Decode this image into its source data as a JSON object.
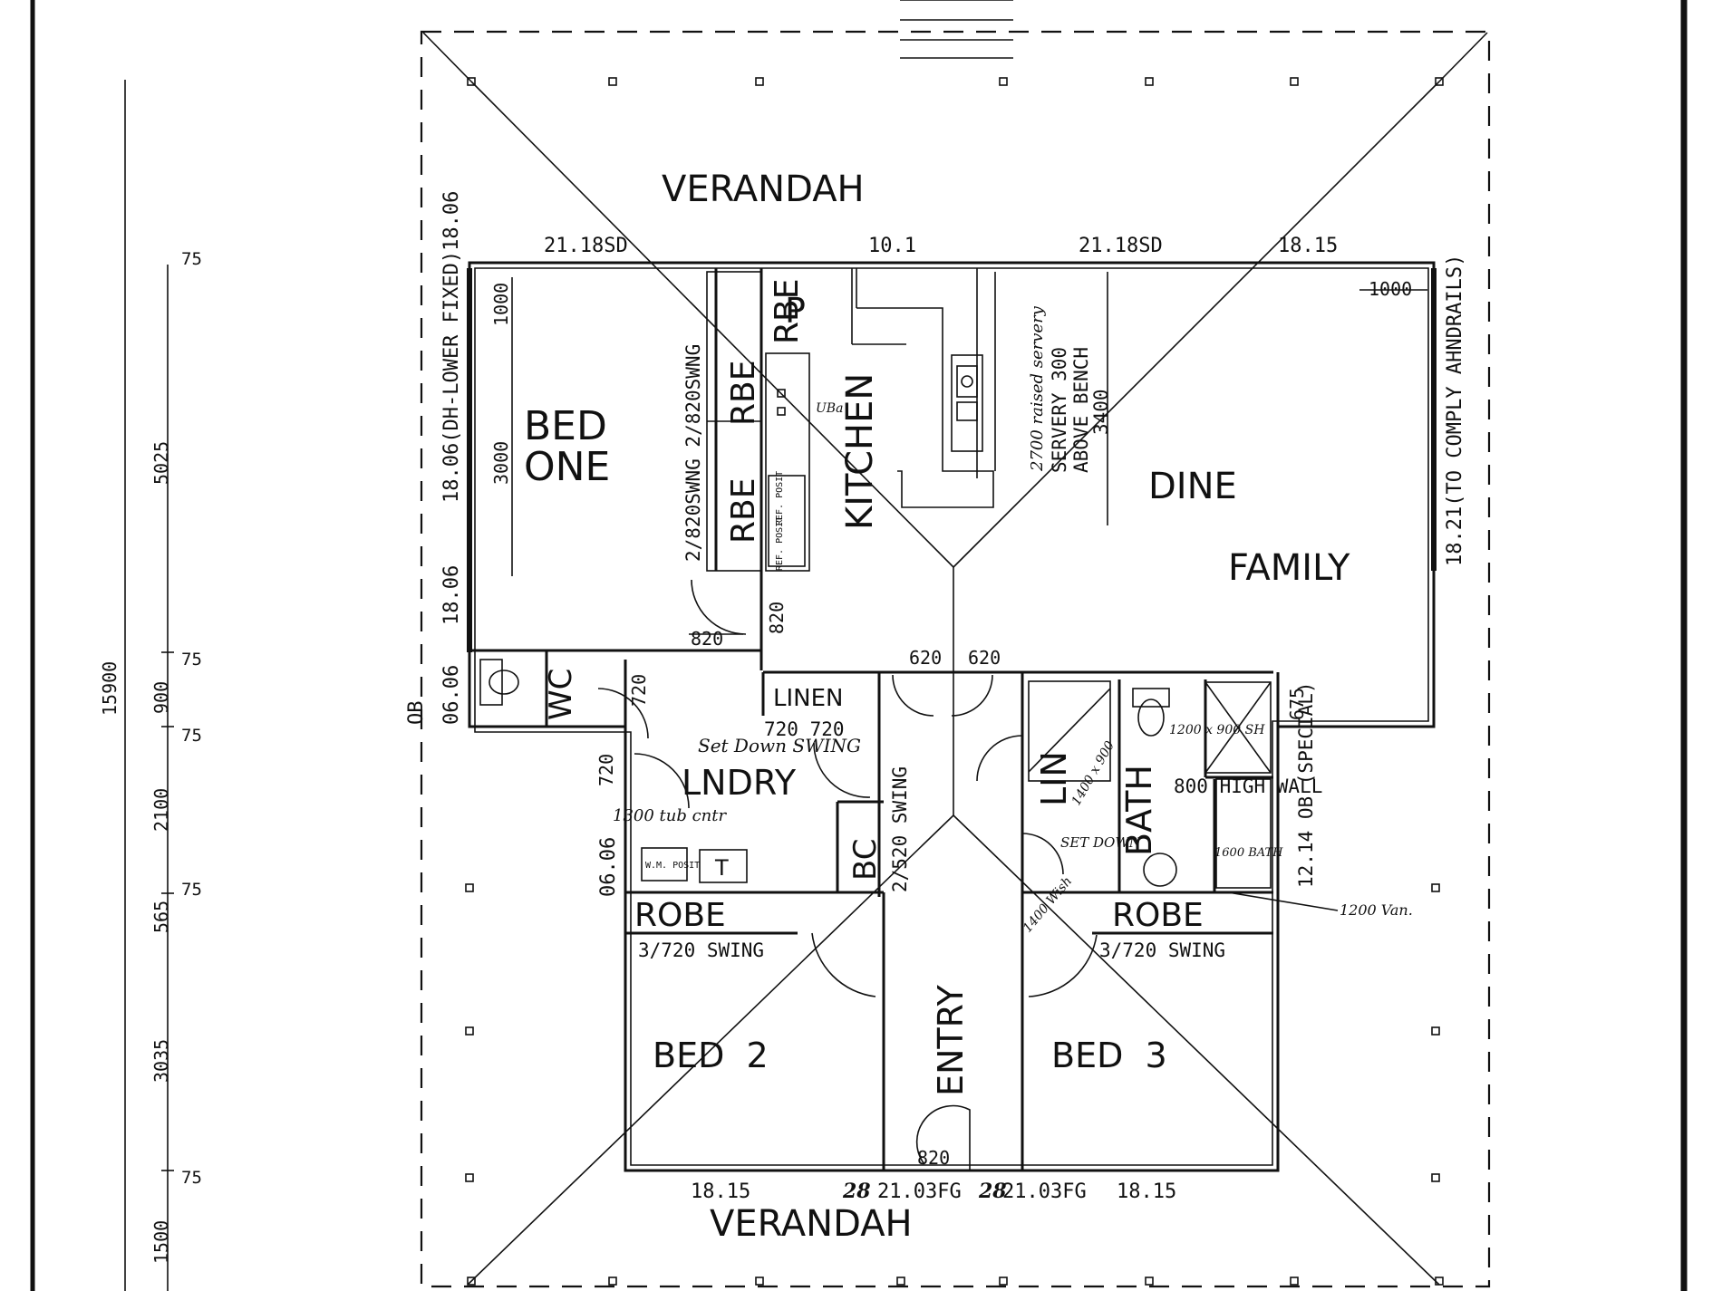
{
  "rooms": {
    "verandah_top": "VERANDAH",
    "verandah_bottom": "VERANDAH",
    "bed_one_l1": "BED",
    "bed_one_l2": "ONE",
    "kitchen": "KITCHEN",
    "pantry": "P",
    "dine": "DINE",
    "family": "FAMILY",
    "wc": "WC",
    "linen": "LINEN",
    "lndry": "LNDRY",
    "bc": "BC",
    "lin": "LIN",
    "bath": "BATH",
    "robe_left": "ROBE",
    "robe_right": "ROBE",
    "bed2": "BED  2",
    "bed3": "BED  3",
    "entry": "ENTRY",
    "rbe_1": "RBE",
    "rbe_2": "RBE",
    "rbe_3": "RBE"
  },
  "labels": {
    "top_w1": "21.18SD",
    "top_w2": "10.1",
    "top_w3": "21.18SD",
    "top_w4": "18.15",
    "dim_1000_right": "1000",
    "right_window": "18.21(TO COMPLY AHNDRAILS)",
    "left_window": "18.06(DH-LOWER FIXED)18.06",
    "left_1806": "18.06",
    "left_0606": "06.06",
    "left_ob": "OB",
    "dim_1000_left": "1000",
    "dim_3000": "3000",
    "swing_820_1": "2/820SWNG 2/820SWNG",
    "swing_820_2": "2/820SWNG",
    "ref_posit_1": "REF. POSIT",
    "ref_posit_2": "REF. POSIT",
    "uba": "UBa",
    "servery_l1": "2700 raised servery",
    "servery_l2": "SERVERY 300",
    "servery_l3": "ABOVE BENCH",
    "servery_l4": "3400",
    "d820_a": "820",
    "d820_b": "820",
    "d820_c": "620",
    "d820_d": "620",
    "d720_wc": "720",
    "d720_lnd": "720",
    "d720_linen": "720 720",
    "set_down_swing": "Set Down SWING",
    "tub_cntr": "1300 tub cntr",
    "wm_posit": "W.M. POSIT",
    "tub_t": "T",
    "left_0606_b": "06.06",
    "swing_520": "2/520 SWING",
    "dim_675": "675",
    "shower": "1200 x 900 SH",
    "high_wall": "800 HIGH WALL",
    "bath_1600": "1600 BATH",
    "window_ob_special": "12.14 OB (SPECIAL)",
    "vanity": "1200 Van.",
    "set_down": "SET DOWN",
    "lin_note": "1400 x 900",
    "wish": "1400 Wish",
    "robe_swing_left": "3/720 SWING",
    "robe_swing_right": "3/720 SWING",
    "entry_820": "820",
    "bot_w1": "18.15",
    "bot_w2": "21.03FG",
    "bot_w3": "21.03FG",
    "bot_w4": "18.15",
    "bot_28a": "28",
    "bot_28b": "28"
  },
  "dims": {
    "total": "15900",
    "d75_1": "75",
    "d5025": "5025",
    "d75_2": "75",
    "d900": "900",
    "d75_3": "75",
    "d2100": "2100",
    "d75_4": "75",
    "d565": "565",
    "d3035": "3035",
    "d75_5": "75",
    "d1500": "1500"
  }
}
